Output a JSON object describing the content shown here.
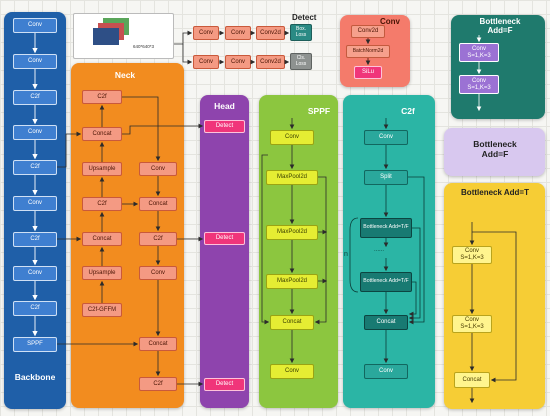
{
  "colors": {
    "backbone": "#1f5fa8",
    "neck": "#f28c1f",
    "head": "#8e44ad",
    "sppf": "#8cc63f",
    "c2f": "#2bb5a5",
    "conv": "#f47b6b",
    "bottleneck_false": "#1f7a6d",
    "bottleneck_true": "#f6cd35"
  },
  "backbone": {
    "title": "Backbone",
    "layers": [
      "Conv",
      "Conv",
      "C2f",
      "Conv",
      "C2f",
      "Conv",
      "C2f",
      "Conv",
      "C2f",
      "SPPF"
    ]
  },
  "input": {
    "caption": "640*640*3"
  },
  "detect_top": {
    "title": "Detect",
    "row1": [
      "Conv",
      "Conv",
      "Conv2d"
    ],
    "row2": [
      "Conv",
      "Conv",
      "Conv2d"
    ],
    "box_loss": "Box. Loss",
    "cls_loss": "Cls. Loss"
  },
  "conv_block": {
    "title": "Conv",
    "layers": [
      "Conv2d",
      "BatchNorm2d",
      "SiLu"
    ]
  },
  "neck": {
    "title": "Neck",
    "left": [
      "C2f",
      "Concat",
      "Upsample",
      "C2f",
      "Concat",
      "Upsample",
      "C2f-GFFM"
    ],
    "right": [
      "Conv",
      "Concat",
      "C2f",
      "Conv",
      "Concat",
      "C2f"
    ]
  },
  "head": {
    "title": "Head",
    "layers": [
      "Detect",
      "Detect",
      "Detect"
    ]
  },
  "sppf": {
    "title": "SPPF",
    "layers": [
      "Conv",
      "MaxPool2d",
      "MaxPool2d",
      "MaxPool2d",
      "Concat",
      "Conv"
    ]
  },
  "c2f_block": {
    "title": "C2f",
    "layers": [
      "Conv",
      "Split",
      "Bottleneck Add=T/F",
      "......",
      "Bottleneck Add=T/F",
      "Concat",
      "Conv"
    ],
    "n_label": "n"
  },
  "bottleneck_false": {
    "title": "Bottleneck Add=F",
    "layers": [
      "Conv S=1,K=3",
      "Conv S=1,K=3"
    ]
  },
  "bottleneck_false_label": {
    "title": "Bottleneck Add=F"
  },
  "bottleneck_true": {
    "title": "Bottleneck Add=T",
    "layers": [
      "Conv S=1,K=3",
      "Conv S=1,K=3",
      "Concat"
    ]
  }
}
